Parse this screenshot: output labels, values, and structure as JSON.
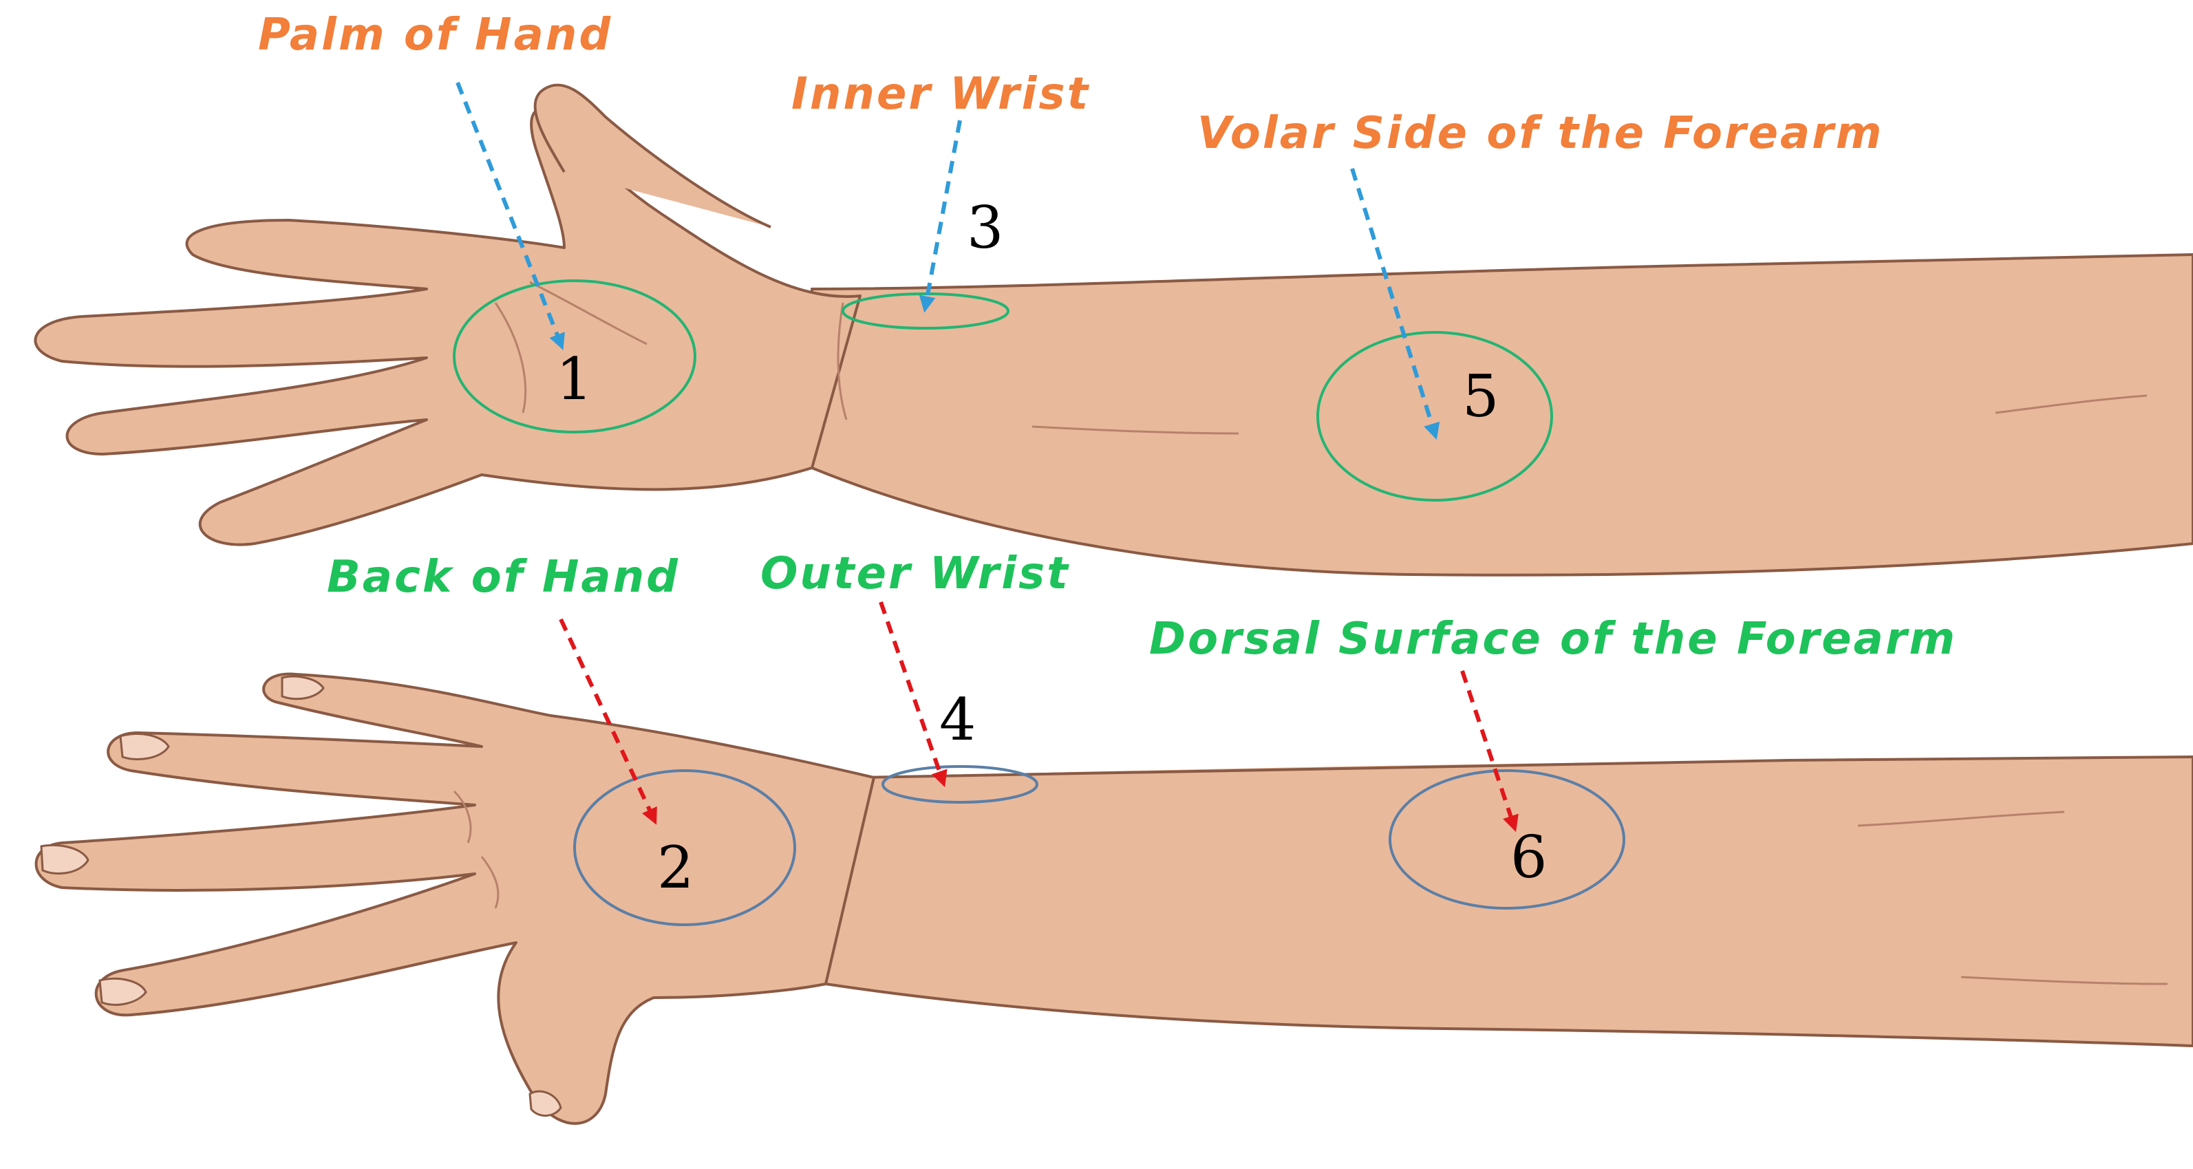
{
  "colors": {
    "skin": "#e9b99c",
    "skin_shadow": "#c8957a",
    "outline": "#8a5a44",
    "volar_label": "#f27f3a",
    "dorsal_label": "#1ec25a",
    "volar_arrow": "#2f9bd9",
    "dorsal_arrow": "#e0161b",
    "volar_circle": "#22b573",
    "dorsal_circle": "#5b7fa6",
    "number": "#000000"
  },
  "labels": {
    "palm": "Palm of Hand",
    "inner_wrist": "Inner Wrist",
    "volar_forearm": "Volar Side of the Forearm",
    "back_hand": "Back of Hand",
    "outer_wrist": "Outer Wrist",
    "dorsal_forearm": "Dorsal Surface of the Forearm"
  },
  "sites": [
    "1",
    "2",
    "3",
    "4",
    "5",
    "6"
  ]
}
